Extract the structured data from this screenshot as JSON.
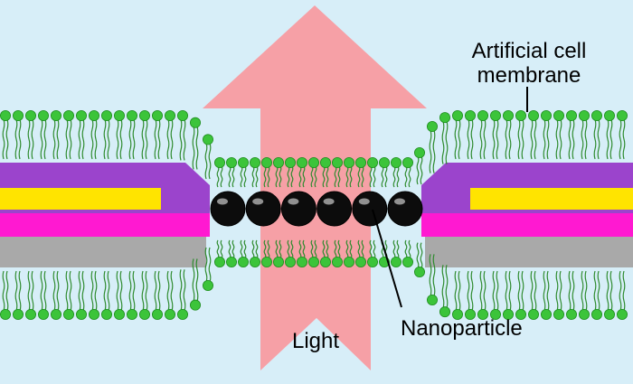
{
  "diagram": {
    "colors": {
      "background": "#d7eef8",
      "head": "#3cc43a",
      "head_stroke": "#1f8e1f",
      "tail": "#2e8b2e",
      "arrow": "#f6a0a6",
      "purple_layer": "#9b44cc",
      "yellow_layer": "#ffe400",
      "magenta_layer": "#ff19d1",
      "gray_layer": "#a9a9a9",
      "nanoparticle": "#0c0c0c"
    },
    "labels": {
      "membrane_line1": "Artificial cell",
      "membrane_line2": "membrane",
      "nanoparticle": "Nanoparticle",
      "light": "Light"
    },
    "nanoparticle_count": 6
  }
}
